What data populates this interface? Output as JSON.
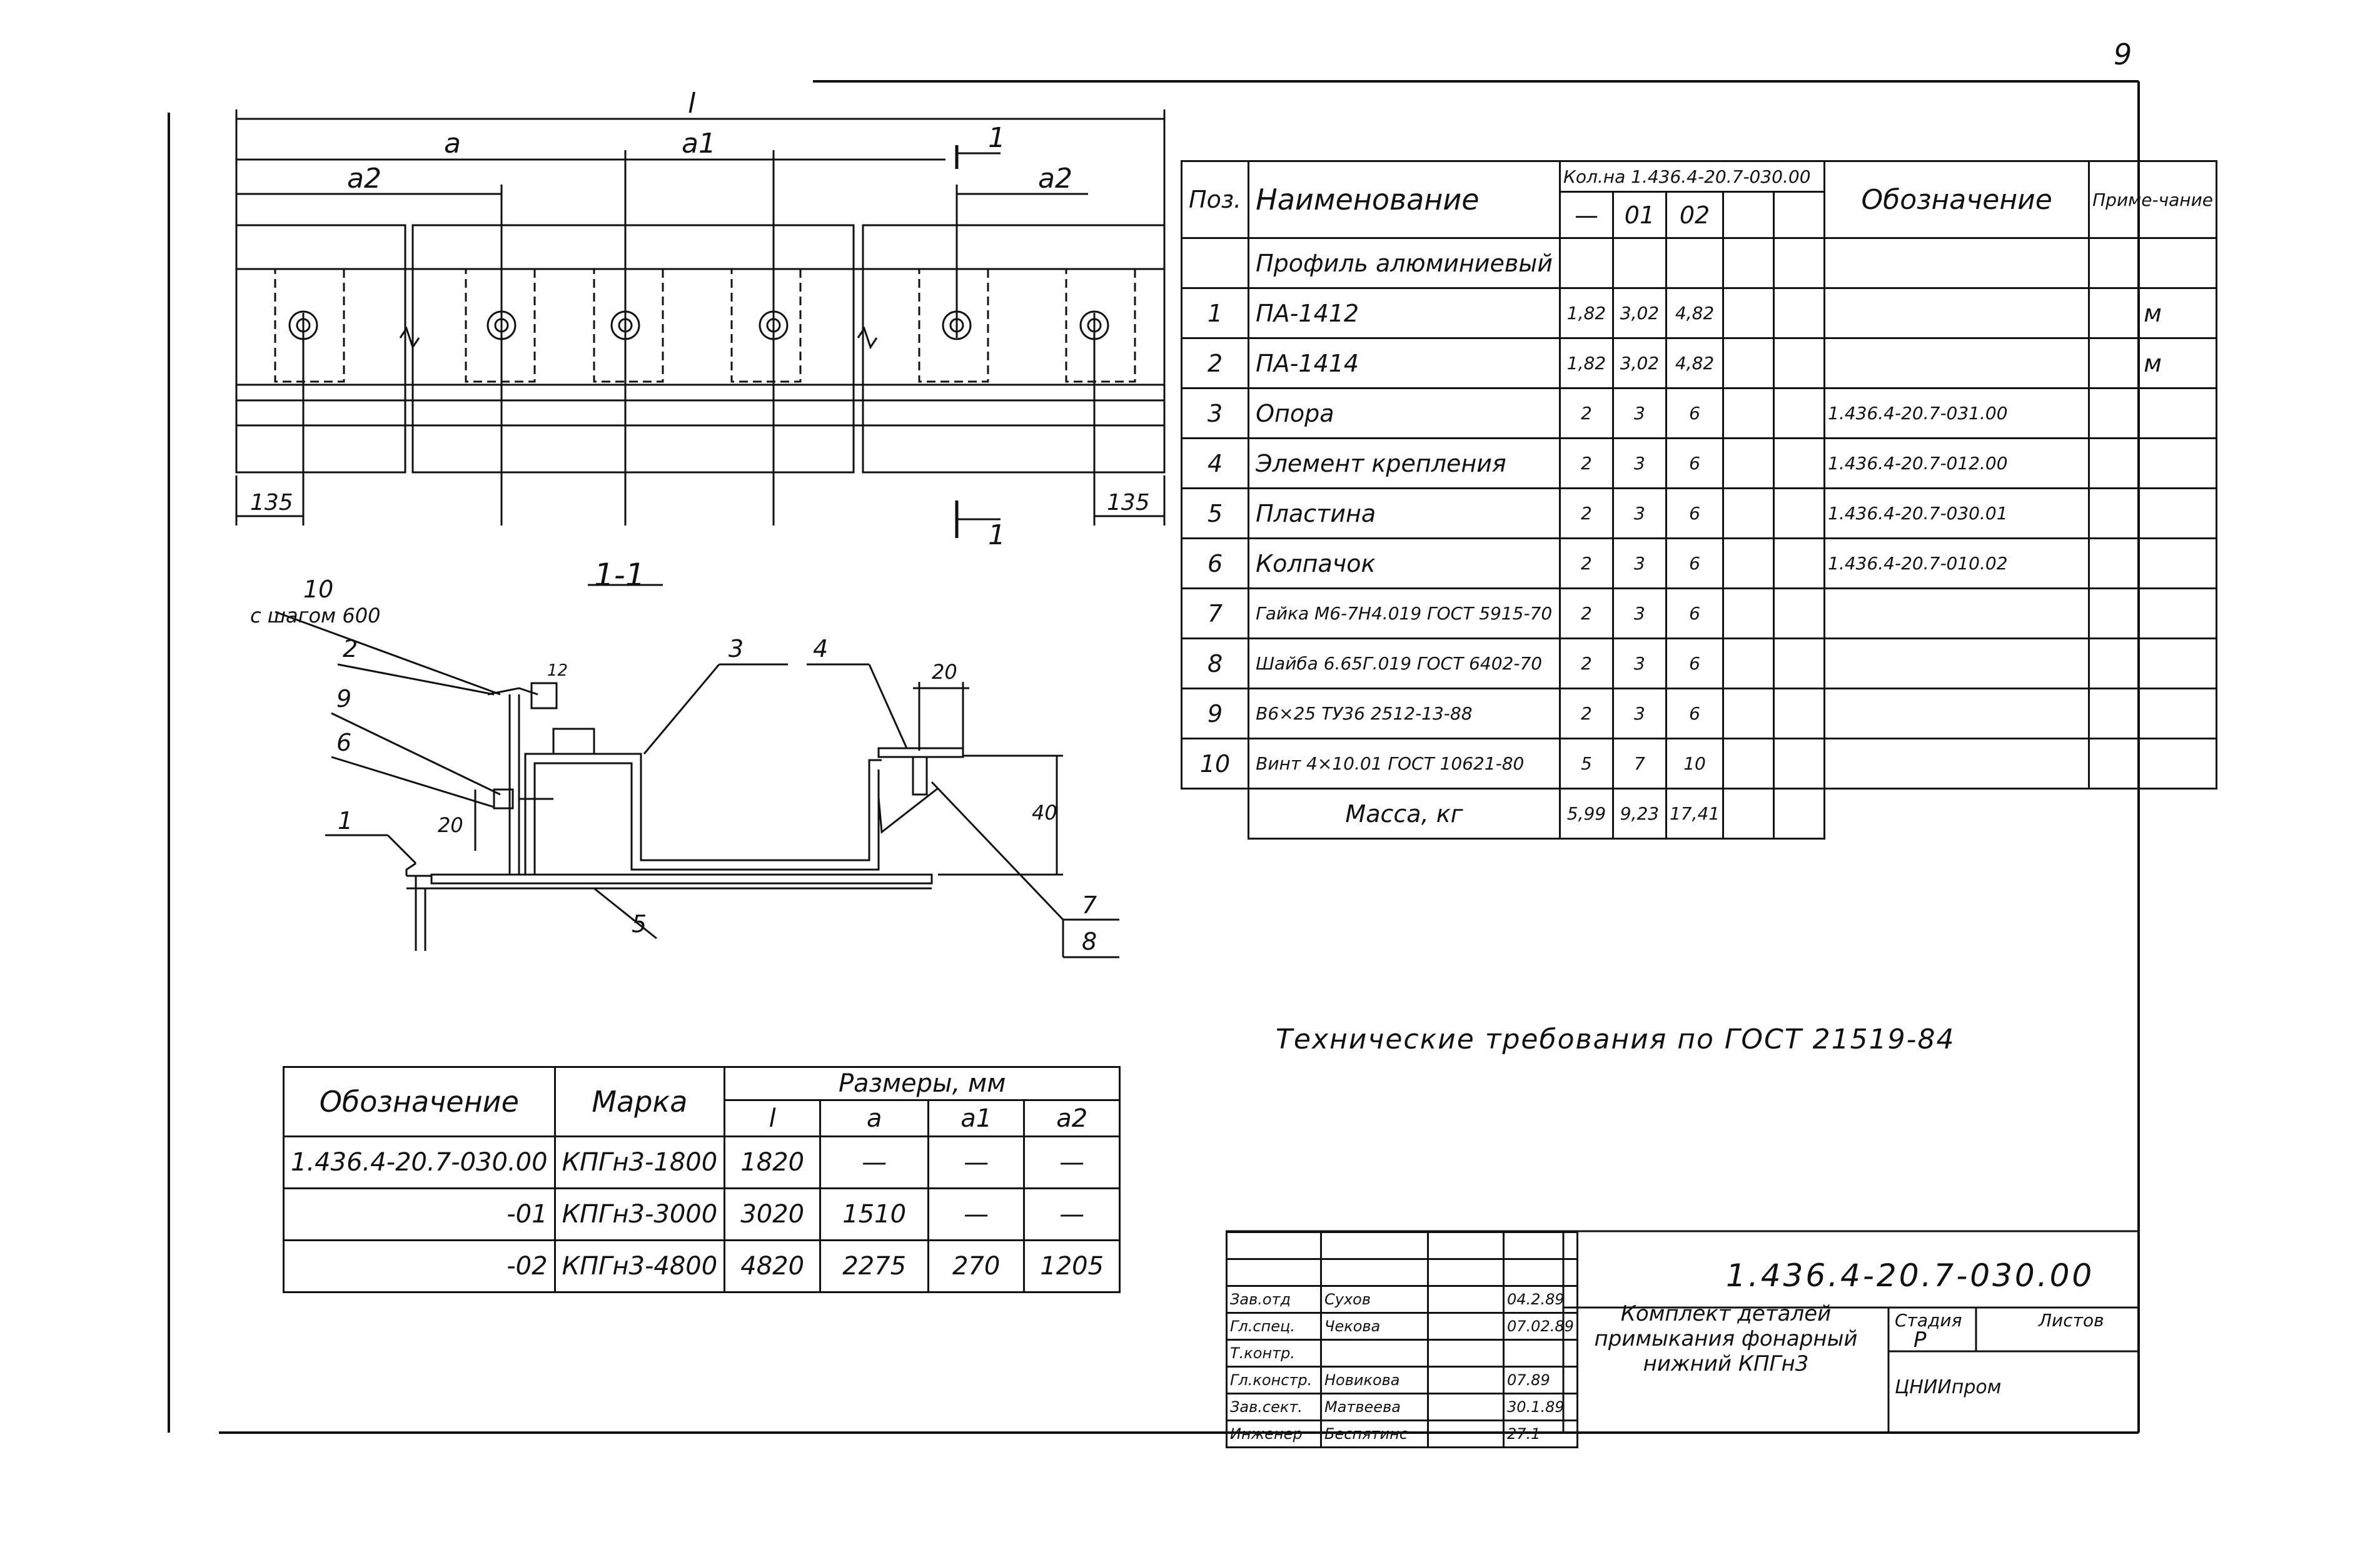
{
  "sheet_number": "9",
  "section_label": "1-1",
  "drawing": {
    "dim_l": "l",
    "dim_a": "a",
    "dim_a1": "a1",
    "dim_a2_left": "a2",
    "dim_a2_right": "a2",
    "dim_135_left": "135",
    "dim_135_right": "135",
    "cut_1_top": "1",
    "cut_1_bottom": "1",
    "callout_10": "10",
    "callout_10_note": "с шагом 600",
    "callout_2": "2",
    "callout_9": "9",
    "callout_6": "6",
    "callout_1": "1",
    "callout_3": "3",
    "callout_4": "4",
    "callout_5": "5",
    "callout_7": "7",
    "callout_8": "8",
    "dim_12": "12",
    "dim_20_top": "20",
    "dim_20_side": "20",
    "dim_40": "40"
  },
  "spec_table": {
    "headers": {
      "pos": "Поз.",
      "name": "Наименование",
      "qty_group": "Кол.на 1.436.4-20.7-030.00",
      "qty_cols": [
        "—",
        "01",
        "02"
      ],
      "designation": "Обозначение",
      "note": "Приме-чание"
    },
    "rows": [
      {
        "pos": "",
        "name": "Профиль алюминиевый",
        "q0": "",
        "q1": "",
        "q2": "",
        "des": "",
        "note": ""
      },
      {
        "pos": "1",
        "name": "ПА-1412",
        "q0": "1,82",
        "q1": "3,02",
        "q2": "4,82",
        "des": "",
        "note": "м"
      },
      {
        "pos": "2",
        "name": "ПА-1414",
        "q0": "1,82",
        "q1": "3,02",
        "q2": "4,82",
        "des": "",
        "note": "м"
      },
      {
        "pos": "3",
        "name": "Опора",
        "q0": "2",
        "q1": "3",
        "q2": "6",
        "des": "1.436.4-20.7-031.00",
        "note": ""
      },
      {
        "pos": "4",
        "name": "Элемент крепления",
        "q0": "2",
        "q1": "3",
        "q2": "6",
        "des": "1.436.4-20.7-012.00",
        "note": ""
      },
      {
        "pos": "5",
        "name": "Пластина",
        "q0": "2",
        "q1": "3",
        "q2": "6",
        "des": "1.436.4-20.7-030.01",
        "note": ""
      },
      {
        "pos": "6",
        "name": "Колпачок",
        "q0": "2",
        "q1": "3",
        "q2": "6",
        "des": "1.436.4-20.7-010.02",
        "note": ""
      },
      {
        "pos": "7",
        "name": "Гайка М6-7Н4.019 ГОСТ 5915-70",
        "q0": "2",
        "q1": "3",
        "q2": "6",
        "des": "",
        "note": ""
      },
      {
        "pos": "8",
        "name": "Шайба 6.65Г.019 ГОСТ 6402-70",
        "q0": "2",
        "q1": "3",
        "q2": "6",
        "des": "",
        "note": ""
      },
      {
        "pos": "9",
        "name": "В6×25 ТУ36 2512-13-88",
        "q0": "2",
        "q1": "3",
        "q2": "6",
        "des": "",
        "note": ""
      },
      {
        "pos": "10",
        "name": "Винт 4×10.01 ГОСТ 10621-80",
        "q0": "5",
        "q1": "7",
        "q2": "10",
        "des": "",
        "note": ""
      }
    ],
    "mass_label": "Масса, кг",
    "mass": {
      "q0": "5,99",
      "q1": "9,23",
      "q2": "17,41"
    }
  },
  "tech_requirements": "Технические требования по ГОСТ 21519-84",
  "dims_table": {
    "headers": {
      "designation": "Обозначение",
      "mark": "Марка",
      "sizes": "Размеры, мм",
      "cols": [
        "l",
        "a",
        "a1",
        "a2"
      ]
    },
    "rows": [
      {
        "des": "1.436.4-20.7-030.00",
        "mark": "КПГн3-1800",
        "l": "1820",
        "a": "—",
        "a1": "—",
        "a2": "—"
      },
      {
        "des": "-01",
        "mark": "КПГн3-3000",
        "l": "3020",
        "a": "1510",
        "a1": "—",
        "a2": "—"
      },
      {
        "des": "-02",
        "mark": "КПГн3-4800",
        "l": "4820",
        "a": "2275",
        "a1": "270",
        "a2": "1205"
      }
    ]
  },
  "title_block": {
    "code": "1.436.4-20.7-030.00",
    "title": "Комплект деталей примыкания фонарный нижний КПГн3",
    "stage_label": "Стадия",
    "stage": "Р",
    "sheet_label": "Листов",
    "org": "ЦНИИпром",
    "people": [
      {
        "role": "Зав.отд",
        "name": "Сухов",
        "date": "04.2.89"
      },
      {
        "role": "Гл.спец.",
        "name": "Чекова",
        "date": "07.02.89"
      },
      {
        "role": "Т.контр.",
        "name": "",
        "date": ""
      },
      {
        "role": "Гл.констр.",
        "name": "Новикова",
        "date": "07.89"
      },
      {
        "role": "Зав.сект.",
        "name": "Матвеева",
        "date": "30.1.89"
      },
      {
        "role": "Инженер",
        "name": "Беспятинс",
        "date": "27.1"
      }
    ]
  }
}
